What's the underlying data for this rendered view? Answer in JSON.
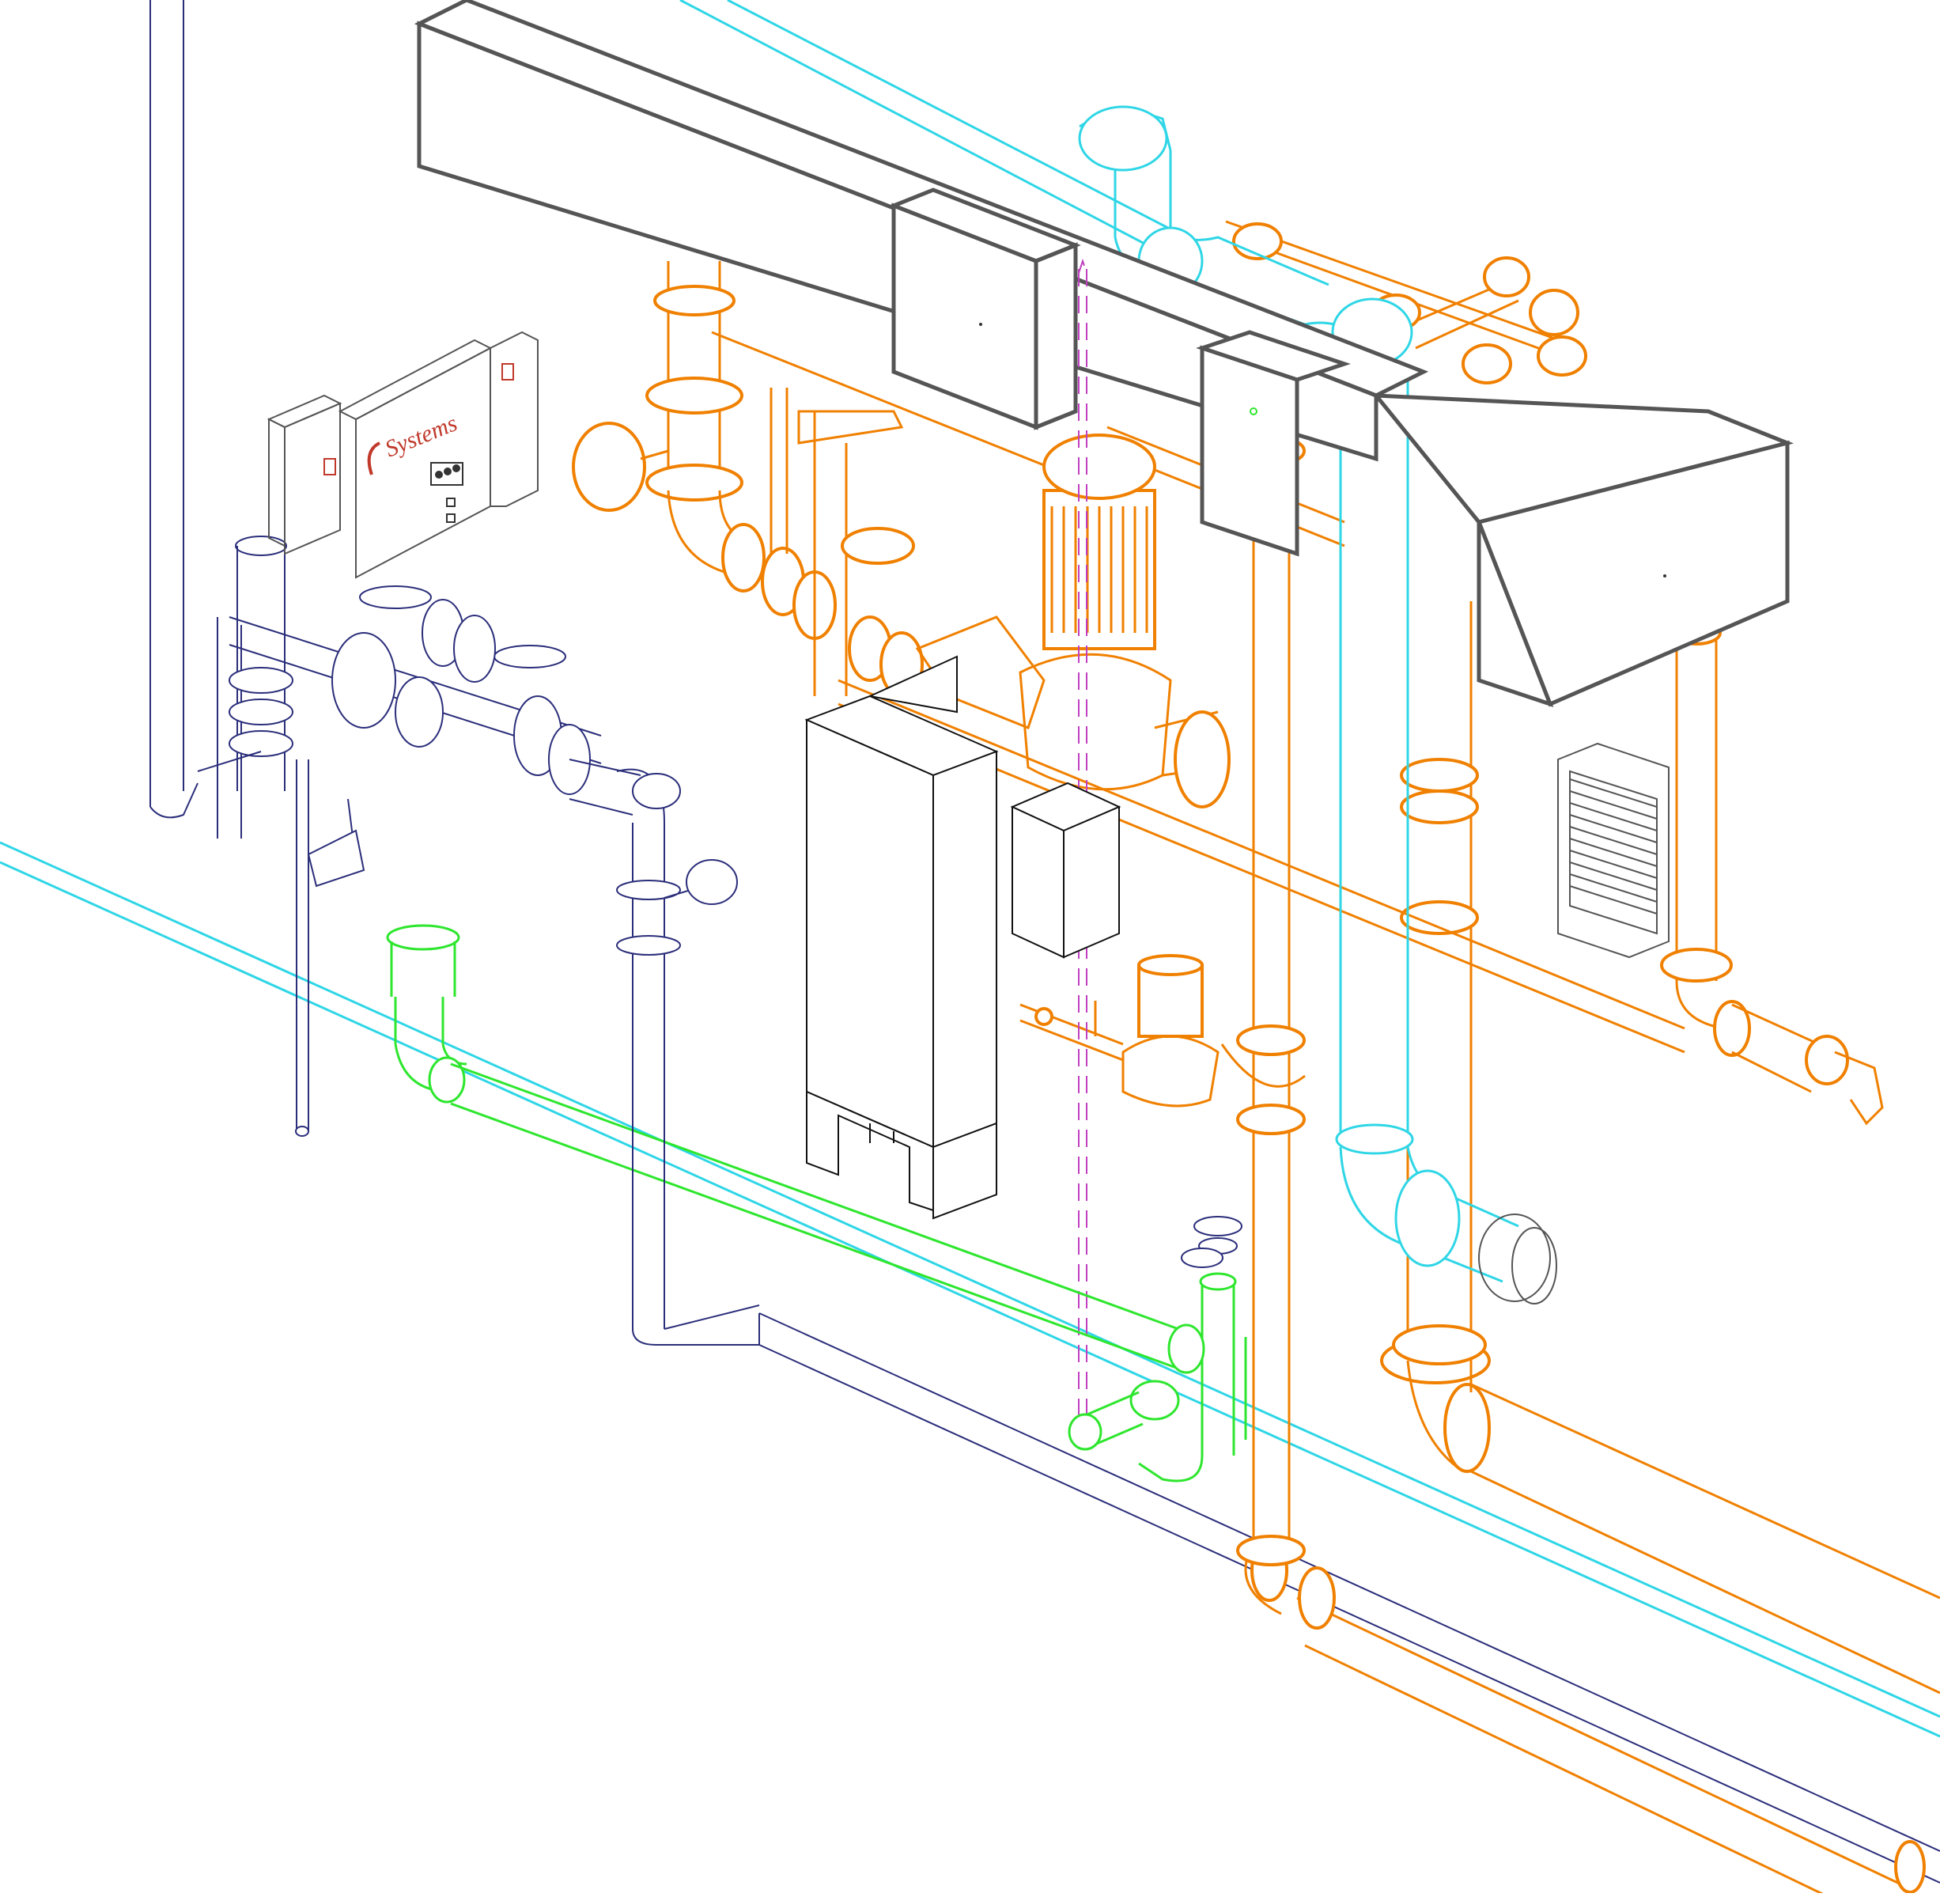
{
  "drawing": {
    "style": "isometric mechanical piping view",
    "palette": {
      "hot_water": "#f08000",
      "cold_water": "#2fd6e6",
      "waste": "#2ee62e",
      "gas_steam": "#2b2e7a",
      "duct": "#555555",
      "equipment": "#111111",
      "vent_dashed": "#c040c0",
      "brand_red": "#c0392b"
    },
    "icons": [
      "pipe-segment",
      "flange",
      "elbow",
      "valve-handwheel",
      "pump-motor",
      "heat-exchanger",
      "control-panel",
      "louver-grille"
    ]
  },
  "control_panel": {
    "brand_text": "Systems"
  }
}
